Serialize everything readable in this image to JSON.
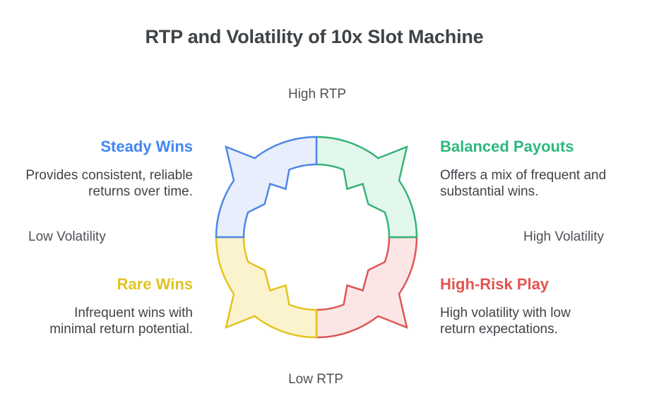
{
  "title": "RTP and Volatility of 10x Slot Machine",
  "title_color": "#3e4347",
  "axes": {
    "top": "High RTP",
    "bottom": "Low RTP",
    "left": "Low Volatility",
    "right": "High Volatility",
    "label_color": "#4d5156"
  },
  "body_text_color": "#3f4449",
  "quadrants": {
    "top_left": {
      "heading": "Steady Wins",
      "heading_color": "#4285f4",
      "description_line1": "Provides consistent, reliable",
      "description_line2": "returns over time.",
      "segment_fill": "#e8eefb",
      "segment_stroke": "#4e86e8"
    },
    "top_right": {
      "heading": "Balanced Payouts",
      "heading_color": "#2eb87d",
      "description_line1": "Offers a mix of frequent and",
      "description_line2": "substantial wins.",
      "segment_fill": "#e3f8ec",
      "segment_stroke": "#35b377"
    },
    "bottom_left": {
      "heading": "Rare Wins",
      "heading_color": "#e0c322",
      "description_line1": "Infrequent wins with",
      "description_line2": "minimal return potential.",
      "segment_fill": "#fbf3cd",
      "segment_stroke": "#e3c31e"
    },
    "bottom_right": {
      "heading": "High-Risk Play",
      "heading_color": "#e25551",
      "description_line1": "High volatility with low",
      "description_line2": "return expectations.",
      "segment_fill": "#fce6e5",
      "segment_stroke": "#dd5656"
    }
  }
}
